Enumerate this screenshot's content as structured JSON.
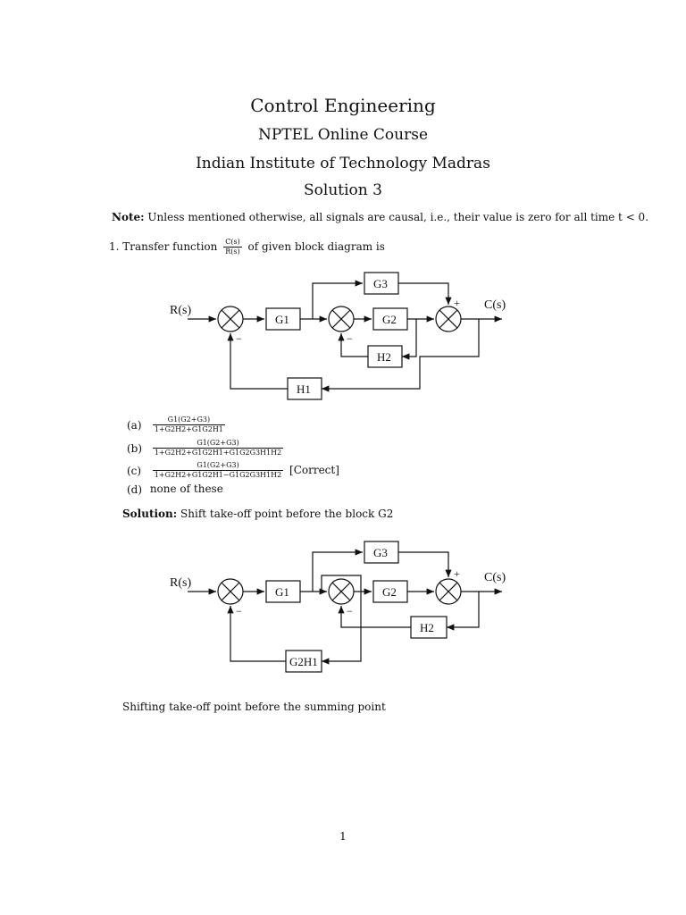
{
  "header": {
    "title": "Control Engineering",
    "subtitle": "NPTEL Online Course",
    "institute": "Indian Institute of Technology Madras",
    "doc": "Solution 3"
  },
  "note": {
    "label": "Note:",
    "text": "Unless mentioned otherwise, all signals are causal, i.e., their value is zero for all time t < 0."
  },
  "question1": {
    "number": "1.",
    "prefix": "Transfer function",
    "frac_num": "C(s)",
    "frac_den": "R(s)",
    "suffix": "of given block diagram is"
  },
  "diagram1": {
    "input": "R(s)",
    "output": "C(s)",
    "blocks": [
      "G1",
      "G2",
      "G3",
      "H2",
      "H1"
    ],
    "signs": [
      "−",
      "−",
      "+"
    ]
  },
  "options": [
    {
      "label": "(a)",
      "num": "G1(G2+G3)",
      "den": "1+G2H2+G1G2H1",
      "tag": ""
    },
    {
      "label": "(b)",
      "num": "G1(G2+G3)",
      "den": "1+G2H2+G1G2H1+G1G2G3H1H2",
      "tag": ""
    },
    {
      "label": "(c)",
      "num": "G1(G2+G3)",
      "den": "1+G2H2+G1G2H1−G1G2G3H1H2",
      "tag": "[Correct]"
    },
    {
      "label": "(d)",
      "text": "none of these"
    }
  ],
  "solution": {
    "label": "Solution:",
    "text": "Shift take-off point before the block G2"
  },
  "diagram2": {
    "input": "R(s)",
    "output": "C(s)",
    "blocks": [
      "G1",
      "G2",
      "G3",
      "H2",
      "G2H1"
    ],
    "signs": [
      "−",
      "−",
      "+"
    ]
  },
  "shift_text": "Shifting take-off point before the summing point",
  "page_number": "1"
}
